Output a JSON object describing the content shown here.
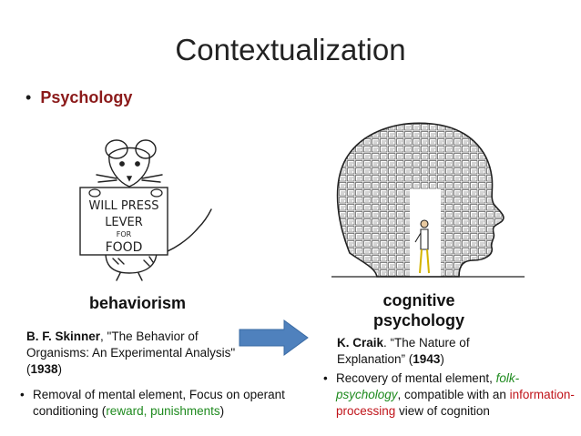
{
  "slide": {
    "title": "Contextualization",
    "topic": "Psychology"
  },
  "left": {
    "sign": {
      "line1": "WILL PRESS",
      "line2": "LEVER",
      "line3": "FOR",
      "line4": "FOOD"
    },
    "label": "behaviorism",
    "ref_author": "B. F. Skinner",
    "ref_text": ", \"The Behavior of Organisms: An Experimental Analysis\" (",
    "ref_year": "1938",
    "ref_end": ")",
    "bullet_text": "Removal of mental element, Focus on operant conditioning (",
    "bullet_highlight": "reward, punishments",
    "bullet_end": ")"
  },
  "right": {
    "label_line1": "cognitive",
    "label_line2": "psychology",
    "ref_author": "K. Craik",
    "ref_text": ". “The Nature of Explanation” (",
    "ref_year": "1943",
    "ref_end": ")",
    "bullet_text1": "Recovery of mental element, ",
    "bullet_green": "folk-psychology",
    "bullet_text2": ", compatible with an ",
    "bullet_red": "information-processing",
    "bullet_text3": " view of cognition"
  },
  "colors": {
    "topic": "#8b1a1a",
    "arrow": "#4f81bd",
    "green": "#1e8a1e",
    "red": "#c0141a"
  }
}
